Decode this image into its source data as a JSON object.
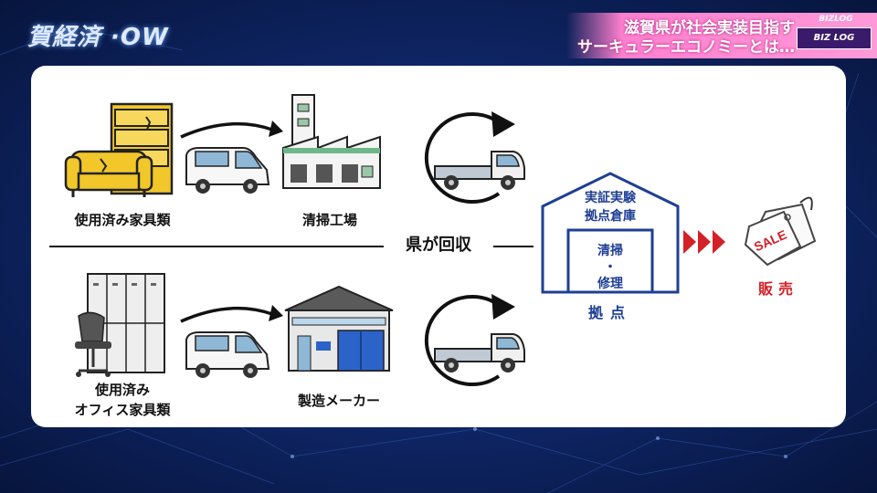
{
  "header": {
    "logo_text": "賀経済 ·OW",
    "banner_line1": "滋賀県が社会実装目指す",
    "banner_line2": "サーキュラーエコノミーとは…",
    "brand_top": "BIZLOG",
    "brand_badge": "BIZ LOG"
  },
  "diagram": {
    "top_source": "使用済み家具類",
    "top_dest": "清掃工場",
    "bottom_source_line1": "使用済み",
    "bottom_source_line2": "オフィス家具類",
    "bottom_dest": "製造メーカー",
    "center_label": "県が回収",
    "warehouse_title_line1": "実証実験",
    "warehouse_title_line2": "拠点倉庫",
    "warehouse_inner_line1": "清掃",
    "warehouse_inner_line2": "・",
    "warehouse_inner_line3": "修理",
    "warehouse_label": "拠点",
    "sale_tag": "SALE",
    "sale_label": "販売"
  },
  "colors": {
    "accent_blue": "#1f3f94",
    "accent_red": "#d42027",
    "banner_pink": "#ff7fcf"
  }
}
